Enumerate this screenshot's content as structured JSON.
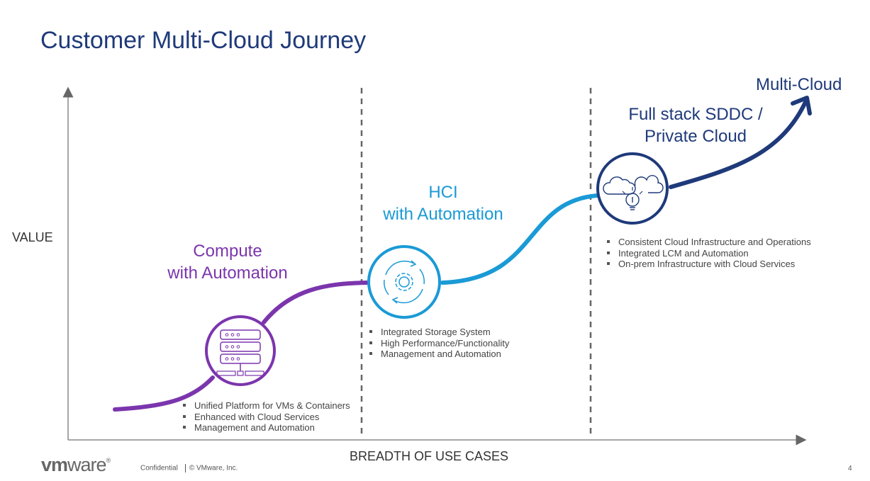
{
  "title": "Customer Multi-Cloud Journey",
  "axes": {
    "y_label": "VALUE",
    "x_label": "BREADTH OF USE CASES"
  },
  "stages": [
    {
      "title_line1": "Compute",
      "title_line2": "with Automation",
      "color": "#7b35ad",
      "icon": "server-rack-icon",
      "bullets": [
        "Unified Platform for VMs & Containers",
        "Enhanced with Cloud Services",
        "Management and Automation"
      ]
    },
    {
      "title_line1": "HCI",
      "title_line2": "with Automation",
      "color": "#1a9ad6",
      "icon": "gear-cycle-icon",
      "bullets": [
        "Integrated Storage System",
        "High Performance/Functionality",
        "Management and Automation"
      ]
    },
    {
      "title_line1": "Full stack SDDC /",
      "title_line2": "Private Cloud",
      "color": "#1f3a7a",
      "icon": "cloud-lightbulb-icon",
      "bullets": [
        "Consistent Cloud Infrastructure and Operations",
        "Integrated LCM and Automation",
        "On-prem Infrastructure with Cloud Services"
      ]
    }
  ],
  "destination": {
    "label": "Multi-Cloud",
    "color": "#1f3a7a"
  },
  "footer": {
    "logo_bold": "vm",
    "logo_regular": "ware",
    "logo_mark": "®",
    "confidential": "Confidential",
    "copyright": "© VMware, Inc.",
    "page_number": "4"
  }
}
